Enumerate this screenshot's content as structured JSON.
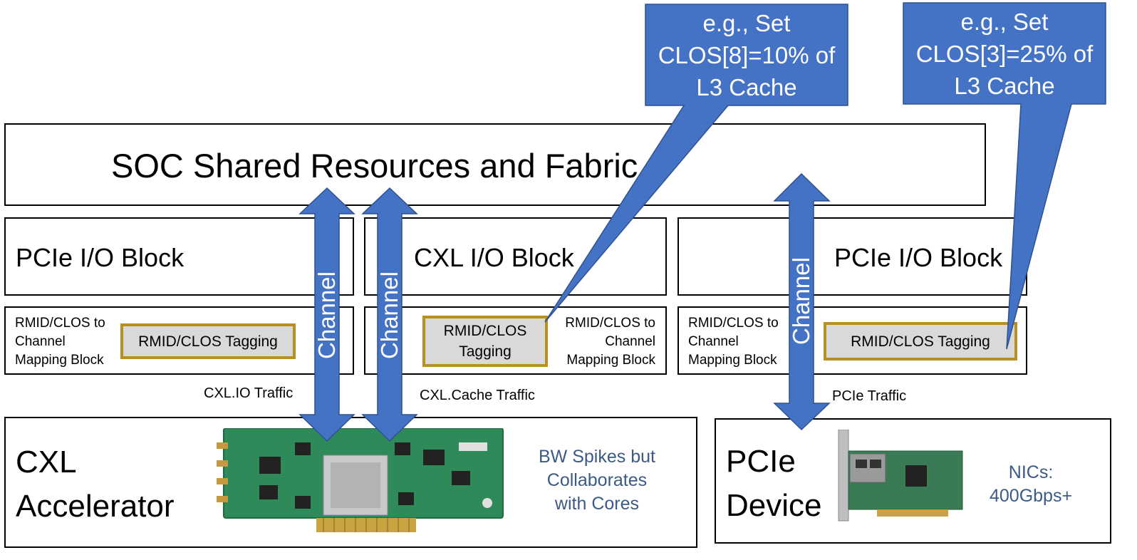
{
  "soc": {
    "title": "SOC Shared Resources and Fabric"
  },
  "io_blocks": {
    "left": {
      "title": "PCIe I/O Block"
    },
    "middle": {
      "title": "CXL I/O Block"
    },
    "right": {
      "title": "PCIe I/O Block"
    }
  },
  "mapping_blocks": {
    "left": {
      "mapping": [
        "RMID/CLOS to",
        "Channel",
        "Mapping Block"
      ],
      "tagging": "RMID/CLOS Tagging"
    },
    "middle": {
      "mapping": [
        "RMID/CLOS to",
        "Channel",
        "Mapping Block"
      ],
      "tagging": [
        "RMID/CLOS",
        "Tagging"
      ]
    },
    "right": {
      "mapping": [
        "RMID/CLOS to",
        "Channel",
        "Mapping Block"
      ],
      "tagging": "RMID/CLOS Tagging"
    }
  },
  "channels": {
    "label": "Channel"
  },
  "traffic": {
    "cxl_io": "CXL.IO Traffic",
    "cxl_cache": "CXL.Cache Traffic",
    "pcie": "PCIe Traffic"
  },
  "callouts": {
    "left": {
      "lines": [
        "e.g., Set",
        "CLOS[8]=10% of",
        "L3 Cache"
      ]
    },
    "right": {
      "lines": [
        "e.g., Set",
        "CLOS[3]=25% of",
        "L3 Cache"
      ]
    }
  },
  "devices": {
    "cxl": {
      "lines": [
        "CXL",
        "Accelerator"
      ],
      "note": [
        "BW Spikes but",
        "Collaborates",
        "with Cores"
      ]
    },
    "pcie": {
      "lines": [
        "PCIe",
        "Device"
      ],
      "note": [
        "NICs:",
        "400Gbps+"
      ]
    }
  },
  "colors": {
    "blue": "#4472c4",
    "gold": "#b8901f",
    "gray": "#d9d9d9",
    "note_text": "#3c5a86",
    "pcb_green": "#2f8a5a"
  },
  "icons": {
    "cxl_card": "accelerator-card-image",
    "nic_card": "nic-card-image"
  }
}
